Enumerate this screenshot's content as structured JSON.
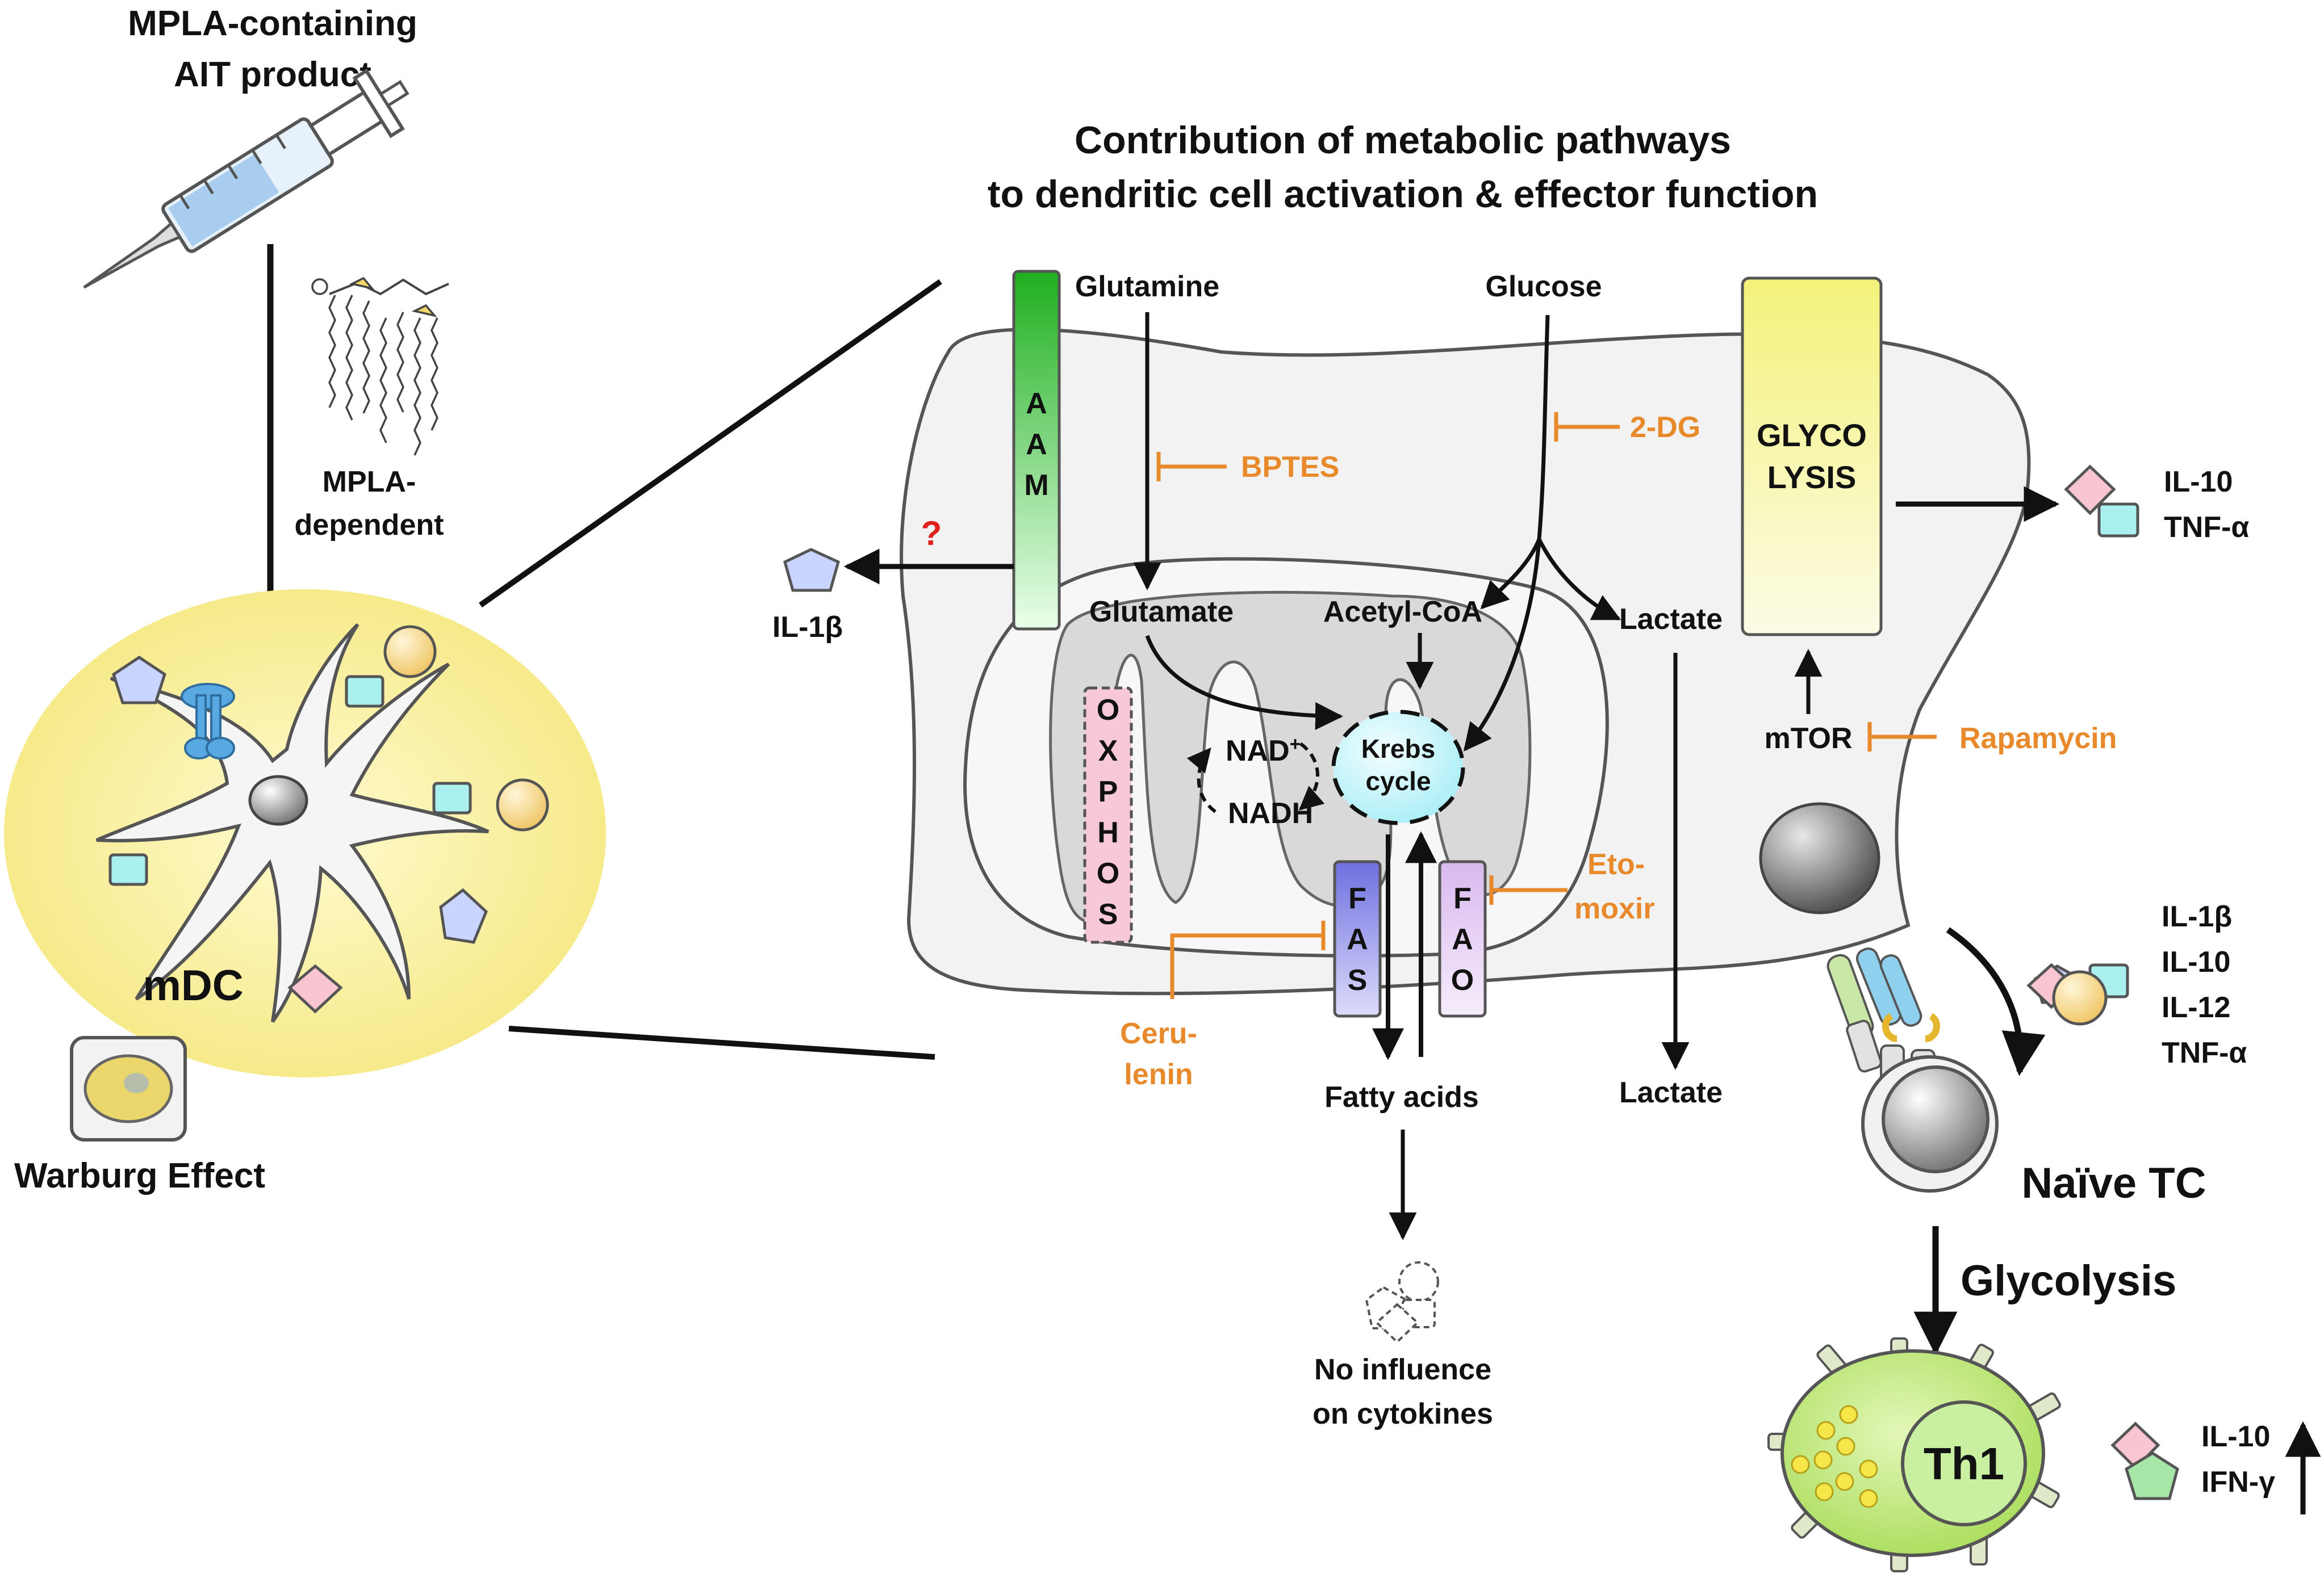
{
  "product": {
    "line1": "MPLA-containing",
    "line2": "AIT product"
  },
  "mpla_dependent": {
    "line1": "MPLA-",
    "line2": "dependent"
  },
  "title": {
    "line1": "Contribution of metabolic pathways",
    "line2": "to dendritic cell activation & effector function"
  },
  "mdc_label": "mDC",
  "warburg_label": "Warburg Effect",
  "metabolites": {
    "glutamine": "Glutamine",
    "glutamate": "Glutamate",
    "glucose": "Glucose",
    "acetyl_coa": "Acetyl-CoA",
    "lactate_inner": "Lactate",
    "lactate_outer": "Lactate",
    "fatty_acids": "Fatty acids",
    "nad": "NAD",
    "nad_sup": "+",
    "nadh": "NADH",
    "mtor": "mTOR"
  },
  "krebs": {
    "line1": "Krebs",
    "line2": "cycle"
  },
  "pathway_bars": {
    "aam": [
      "A",
      "A",
      "M"
    ],
    "oxphos": [
      "O",
      "X",
      "P",
      "H",
      "O",
      "S"
    ],
    "fas": [
      "F",
      "A",
      "S"
    ],
    "fao": [
      "F",
      "A",
      "O"
    ],
    "glycolysis": {
      "line1": "GLYCO",
      "line2": "LYSIS"
    }
  },
  "inhibitors": {
    "bptes": "BPTES",
    "two_dg": "2-DG",
    "rapamycin": "Rapamycin",
    "etomoxir": {
      "line1": "Eto-",
      "line2": "moxir"
    },
    "cerulenin": {
      "line1": "Ceru-",
      "line2": "lenin"
    }
  },
  "question_mark": "?",
  "cytokines": {
    "il1b_left": "IL-1β",
    "glycolysis_out": [
      "IL-10",
      "TNF-α"
    ],
    "tc_out": [
      "IL-1β",
      "IL-10",
      "IL-12",
      "TNF-α"
    ],
    "th1_out": [
      "IL-10",
      "IFN-γ"
    ]
  },
  "no_influence": {
    "line1": "No influence",
    "line2": "on cytokines"
  },
  "naive_tc": "Naïve TC",
  "glycolysis_step": "Glycolysis",
  "th1": "Th1",
  "colors": {
    "mdc_halo": "#f8ef9a",
    "cell_fill": "#f2f2f2",
    "mito_fill": "#d9d9d9",
    "aam_bar": "#2fbf2f",
    "oxphos_bar": "#f7c9d6",
    "fas_bar": "#8888e6",
    "fao_bar": "#e6cdf0",
    "glycolysis_bar": "#f6f4a8",
    "krebs_fill": "#d6f6fb",
    "inhibitor": "#e8892b",
    "th1_fill": "#bfe97a",
    "question": "#e0201b"
  },
  "icons": [
    "syringe-icon",
    "lipid-a-icon",
    "tlr4-receptor-icon",
    "pentagon-cytokine-icon",
    "diamond-cytokine-icon",
    "square-cytokine-icon",
    "circle-cytokine-icon",
    "nucleus-icon",
    "tcr-mhc-complex-icon",
    "dashed-cytokine-cluster-icon",
    "up-arrow-icon"
  ]
}
